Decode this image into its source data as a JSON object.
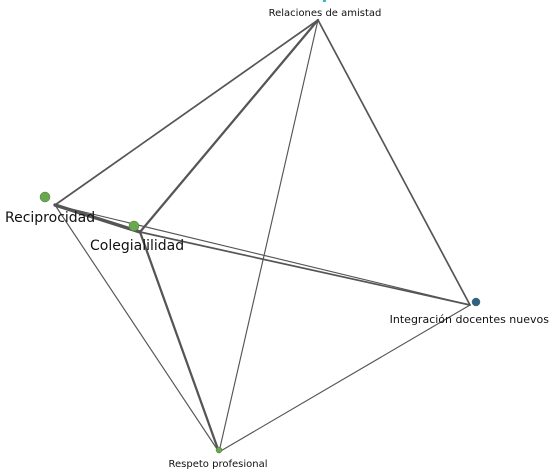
{
  "nodes": [
    {
      "id": "relaciones",
      "label": "Relaciones de amistad",
      "color": "#3fb3c8"
    },
    {
      "id": "reciprocidad",
      "label": "Reciprocidad",
      "color": "#6aa84f"
    },
    {
      "id": "colegialidad",
      "label": "Colegialilidad",
      "color": "#6aa84f"
    },
    {
      "id": "integracion",
      "label": "Integración docentes nuevos",
      "color": "#2f5f8a"
    },
    {
      "id": "respeto",
      "label": "Respeto profesional",
      "color": "#6aa84f"
    }
  ],
  "edges": [
    {
      "from": "relaciones",
      "to": "reciprocidad",
      "weight": 2
    },
    {
      "from": "relaciones",
      "to": "colegialidad",
      "weight": 3
    },
    {
      "from": "relaciones",
      "to": "integracion",
      "weight": 2
    },
    {
      "from": "relaciones",
      "to": "respeto",
      "weight": 1
    },
    {
      "from": "reciprocidad",
      "to": "colegialidad",
      "weight": 5
    },
    {
      "from": "reciprocidad",
      "to": "integracion",
      "weight": 1
    },
    {
      "from": "reciprocidad",
      "to": "respeto",
      "weight": 1
    },
    {
      "from": "colegialidad",
      "to": "integracion",
      "weight": 2
    },
    {
      "from": "colegialidad",
      "to": "respeto",
      "weight": 3
    },
    {
      "from": "integracion",
      "to": "respeto",
      "weight": 1
    }
  ],
  "colors": {
    "edge": "#555555"
  }
}
